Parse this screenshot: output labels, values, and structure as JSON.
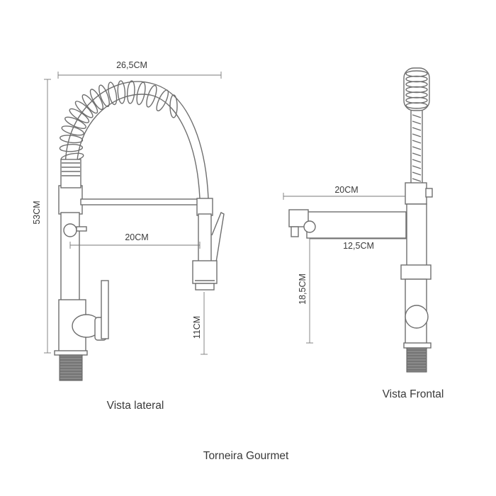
{
  "colors": {
    "line": "#6e6e6e",
    "text": "#3a3a3a",
    "thread": "#8a8a8a"
  },
  "side_view": {
    "caption": "Vista lateral",
    "width_label": "26,5CM",
    "height_label": "53CM",
    "reach_label": "20CM",
    "spout_height_label": "11CM"
  },
  "front_view": {
    "caption": "Vista Frontal",
    "arm_label": "20CM",
    "reach_label": "12,5CM",
    "height_label": "18,5CM"
  },
  "title": "Torneira Gourmet"
}
